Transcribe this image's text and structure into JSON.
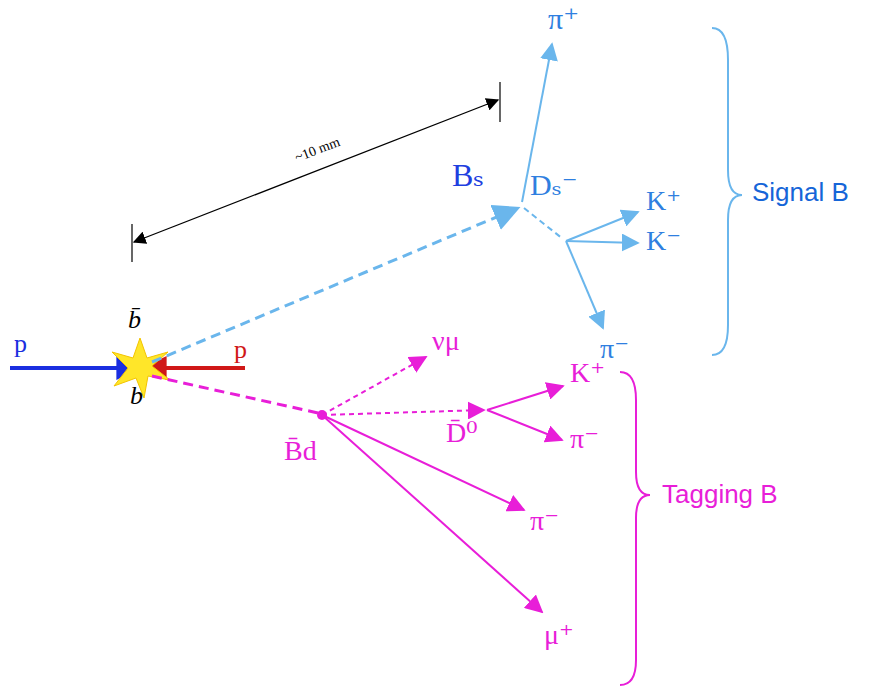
{
  "diagram": {
    "labels": [
      "~10 mm",
      "Bₛ",
      "π⁺",
      "Dₛ⁻",
      "Signal B",
      "K⁺",
      "K⁻",
      "π⁻",
      "b̄",
      "p",
      "p",
      "b",
      "νμ",
      "K⁺",
      "π⁻",
      "B̄d",
      "D̄⁰",
      "π⁻",
      "μ⁺",
      "Tagging B"
    ]
  }
}
